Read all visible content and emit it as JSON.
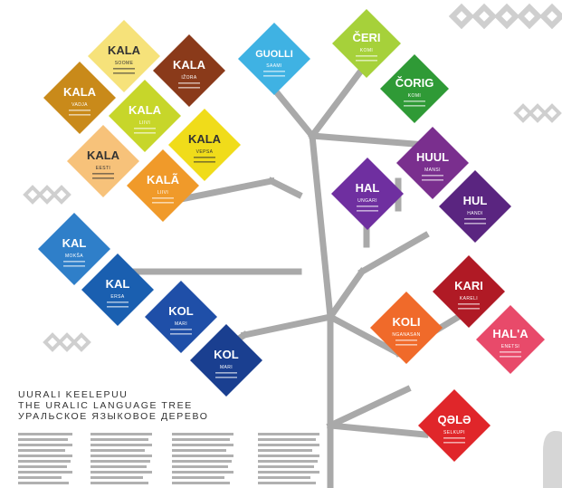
{
  "title": {
    "et": "UURALI KEELEPUU",
    "en": "THE URALIC LANGUAGE TREE",
    "ru": "УРАЛЬСКОЕ ЯЗЫКОВОЕ ДЕРЕВО"
  },
  "colors": {
    "tree": "#a9a9a9",
    "ornament": "#cfcfcf",
    "body_text": "#8c8c8c"
  },
  "diamonds": [
    {
      "word": "KALA",
      "sub": "SOOME",
      "color": "#f6e27a",
      "text_color": "#333333"
    },
    {
      "word": "KALA",
      "sub": "IŽORA",
      "color": "#8a3a1a",
      "text_color": "#ffffff"
    },
    {
      "word": "KALA",
      "sub": "VADJA",
      "color": "#c98a1a",
      "text_color": "#ffffff"
    },
    {
      "word": "KALA",
      "sub": "LIIVI",
      "color": "#c7d62a",
      "text_color": "#ffffff"
    },
    {
      "word": "KALA",
      "sub": "EESTI",
      "color": "#f7c27a",
      "text_color": "#333333"
    },
    {
      "word": "KALA",
      "sub": "VEPSA",
      "color": "#f0dc1a",
      "text_color": "#333333"
    },
    {
      "word": "KALÃ",
      "sub": "LIIVI",
      "color": "#f09a2a",
      "text_color": "#ffffff"
    },
    {
      "word": "GUOLLI",
      "sub": "SAAMI",
      "color": "#3fb2e3",
      "text_color": "#ffffff"
    },
    {
      "word": "ČERI",
      "sub": "KOMI",
      "color": "#a6d13a",
      "text_color": "#ffffff"
    },
    {
      "word": "ČORIG",
      "sub": "KOMI",
      "color": "#2f9a36",
      "text_color": "#ffffff"
    },
    {
      "word": "HUUL",
      "sub": "MANSI",
      "color": "#7a2f8e",
      "text_color": "#ffffff"
    },
    {
      "word": "HAL",
      "sub": "UNGARI",
      "color": "#6f2fa0",
      "text_color": "#ffffff"
    },
    {
      "word": "HUL",
      "sub": "HANDI",
      "color": "#5a2580",
      "text_color": "#ffffff"
    },
    {
      "word": "KAL",
      "sub": "MOKŠA",
      "color": "#2f7fc9",
      "text_color": "#ffffff"
    },
    {
      "word": "KAL",
      "sub": "ERSA",
      "color": "#1a5fb0",
      "text_color": "#ffffff"
    },
    {
      "word": "KOL",
      "sub": "MARI",
      "color": "#1f4fa8",
      "text_color": "#ffffff"
    },
    {
      "word": "KOL",
      "sub": "MARI",
      "color": "#1a3f90",
      "text_color": "#ffffff"
    },
    {
      "word": "KARI",
      "sub": "KARELI",
      "color": "#b01a25",
      "text_color": "#ffffff"
    },
    {
      "word": "KOLI",
      "sub": "NGANASAN",
      "color": "#f06a2a",
      "text_color": "#ffffff"
    },
    {
      "word": "HAL'A",
      "sub": "ENETSI",
      "color": "#e84a6a",
      "text_color": "#ffffff"
    },
    {
      "word": "QƏLƏ",
      "sub": "SELKUPI",
      "color": "#e0262a",
      "text_color": "#ffffff"
    }
  ]
}
